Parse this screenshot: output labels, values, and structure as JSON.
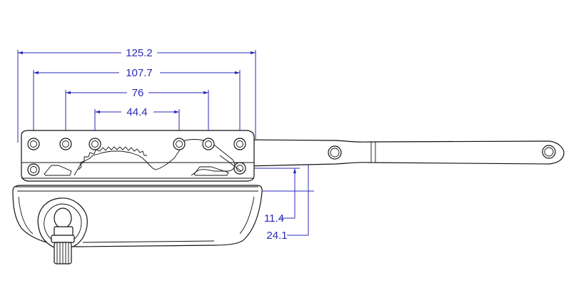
{
  "drawing": {
    "dimensions": {
      "width_overall": "125.2",
      "width_outer_holes": "107.7",
      "width_middle_holes": "76",
      "width_inner_holes": "44.4",
      "height_small": "11.4",
      "height_large": "24.1"
    },
    "colors": {
      "dimension": "#2a2ab8",
      "outline": "#111111",
      "background": "#ffffff"
    }
  }
}
